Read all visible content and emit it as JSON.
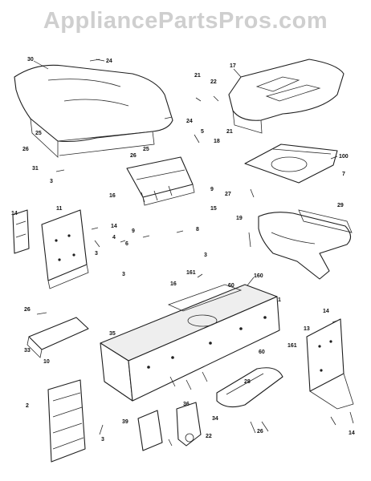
{
  "watermark": "AppliancePartsPros.com",
  "callouts": [
    "30",
    "24",
    "17",
    "21",
    "22",
    "24",
    "5",
    "18",
    "21",
    "25",
    "26",
    "26",
    "25",
    "100",
    "7",
    "31",
    "3",
    "9",
    "16",
    "27",
    "15",
    "19",
    "29",
    "14",
    "11",
    "14",
    "4",
    "3",
    "9",
    "8",
    "3",
    "6",
    "16",
    "3",
    "1",
    "161",
    "60",
    "160",
    "26",
    "60",
    "161",
    "35",
    "14",
    "13",
    "33",
    "10",
    "2",
    "28",
    "36",
    "34",
    "26",
    "39",
    "22",
    "3",
    "14"
  ]
}
